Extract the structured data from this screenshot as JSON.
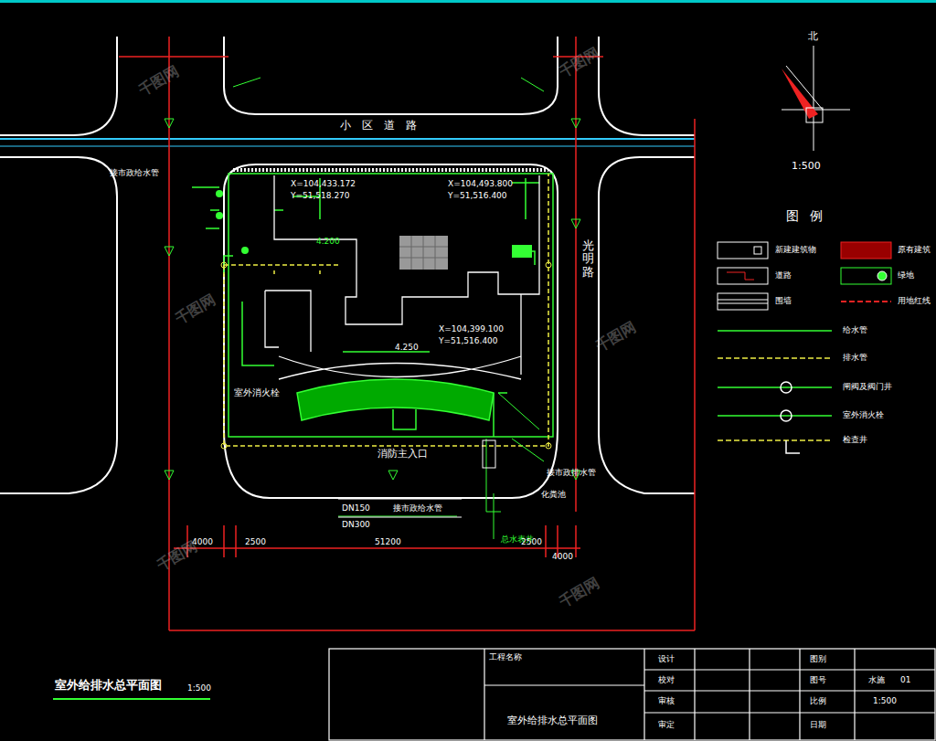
{
  "diagram": {
    "title": "室外给排水总平面图",
    "labels": [
      "小区道路",
      "光明路",
      "北",
      "1:500",
      "图例",
      "X=104,433.172",
      "Y=51,518.270",
      "X=104,493.800",
      "Y=51,516.400",
      "X=104,399.100",
      "Y=51,516.400",
      "4.200",
      "4.250",
      "消防主入口",
      "室外消火栓",
      "接市政给水管",
      "接市政给水管",
      "DN150",
      "接市政排水管",
      "DN300",
      "总水表井",
      "化粪池",
      "4000",
      "2500",
      "51200",
      "2500",
      "4000",
      "1:500",
      "工程名称",
      "室外给排水总平面图",
      "设计",
      "校对",
      "审核",
      "审定",
      "图别",
      "图号",
      "比例",
      "日期",
      "水施",
      "01",
      "1:500",
      "千图网",
      "千图网",
      "千图网",
      "千图网",
      "千图网",
      "千图网"
    ],
    "legend": [
      {
        "text": "新建建筑物"
      },
      {
        "text": "原有建筑"
      },
      {
        "text": "道路"
      },
      {
        "text": "绿地"
      },
      {
        "text": "围墙"
      },
      {
        "text": "用地红线"
      },
      {
        "text": "给水管"
      },
      {
        "text": "排水管"
      },
      {
        "text": "闸阀及阀门井"
      },
      {
        "text": "室外消火栓"
      },
      {
        "text": "检查井"
      }
    ]
  }
}
